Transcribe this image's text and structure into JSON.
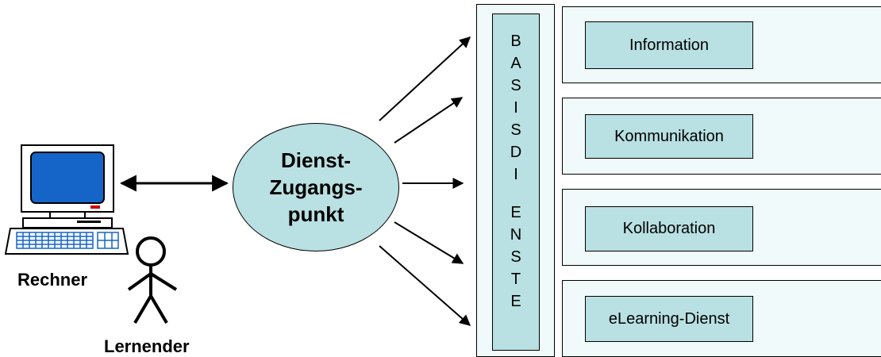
{
  "access_point": {
    "line1": "Dienst-",
    "line2": "Zugangs-",
    "line3": "punkt"
  },
  "computer": {
    "label": "Rechner"
  },
  "learner": {
    "label": "Lernender"
  },
  "basis_services": {
    "letters": [
      "B",
      "A",
      "S",
      "I",
      "S",
      "D",
      "I",
      "E",
      "N",
      "S",
      "T",
      "E"
    ]
  },
  "services": [
    {
      "label": "Information"
    },
    {
      "label": "Kommunikation"
    },
    {
      "label": "Kollaboration"
    },
    {
      "label": "eLearning-Dienst"
    }
  ],
  "colors": {
    "fill": "#b9e0e2",
    "panel": "#f0fafa",
    "monitor_screen": "#1565c8",
    "monitor_body": "#ffffff"
  },
  "icons": [
    "computer-icon",
    "person-icon"
  ]
}
